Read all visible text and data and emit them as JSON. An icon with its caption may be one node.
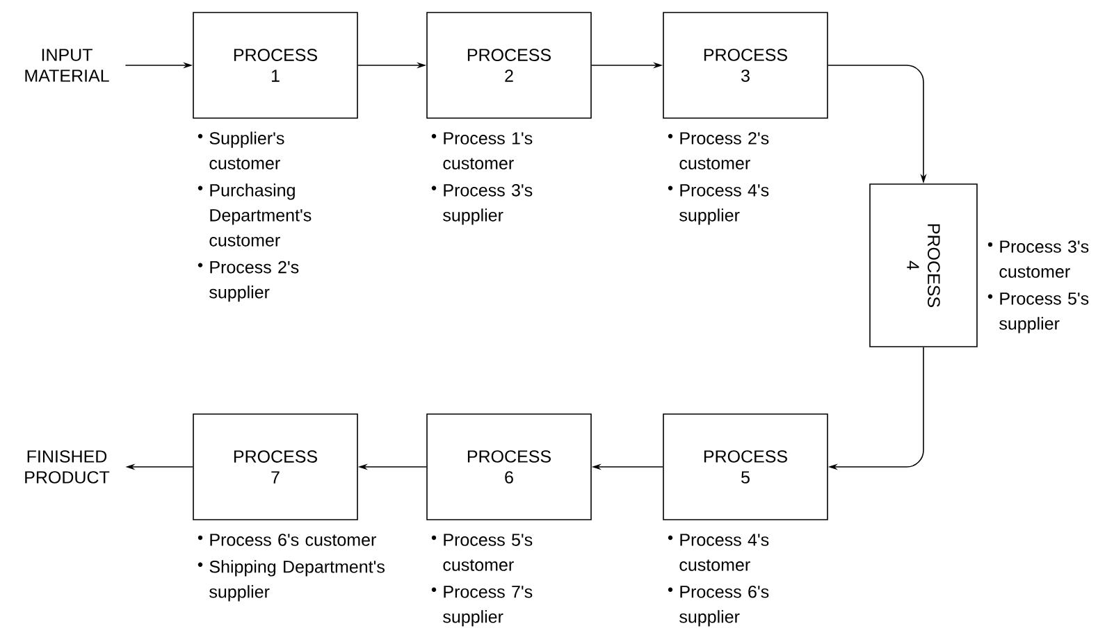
{
  "diagram": {
    "nodes": [
      {
        "text": [
          "INPUT MATERIAL"
        ]
      },
      {
        "text": [
          "PROCESS 1"
        ],
        "beside": [
          "Supplier's customer",
          "Purchasing Department's customer",
          "Process 2's supplier"
        ]
      },
      {
        "text": [
          "PROCESS 2"
        ],
        "beside": [
          "Process 1's customer",
          "Process 3's supplier"
        ]
      },
      {
        "text": [
          "PROCESS 3"
        ],
        "beside": [
          "Process 2's customer",
          "Process 4's supplier"
        ]
      },
      {
        "text": [
          "PROCESS 4"
        ],
        "beside": [
          "Process 3's customer",
          "Process 5's supplier"
        ]
      },
      {
        "text": [
          "PROCESS 5"
        ],
        "beside": [
          "Process 4's customer",
          "Process 6's supplier"
        ]
      },
      {
        "text": [
          "PROCESS 6"
        ],
        "beside": [
          "Process 5's customer",
          "Process 7's supplier"
        ]
      },
      {
        "text": [
          "PROCESS 7"
        ],
        "beside": [
          "Process 6's customer",
          "Shipping Department's supplier"
        ]
      },
      {
        "text": [
          "FINISHED PRODUCT"
        ]
      }
    ],
    "edges": [
      {
        "from": 0,
        "to": 1,
        "arrow": "to"
      },
      {
        "from": 1,
        "to": 2,
        "arrow": "to"
      },
      {
        "from": 2,
        "to": 3,
        "arrow": "to"
      },
      {
        "from": 3,
        "to": 4,
        "arrow": "to"
      },
      {
        "from": 4,
        "to": 5,
        "arrow": "to"
      },
      {
        "from": 5,
        "to": 6,
        "arrow": "to"
      },
      {
        "from": 6,
        "to": 7,
        "arrow": "to"
      },
      {
        "from": 7,
        "to": 8,
        "arrow": "to"
      }
    ]
  }
}
